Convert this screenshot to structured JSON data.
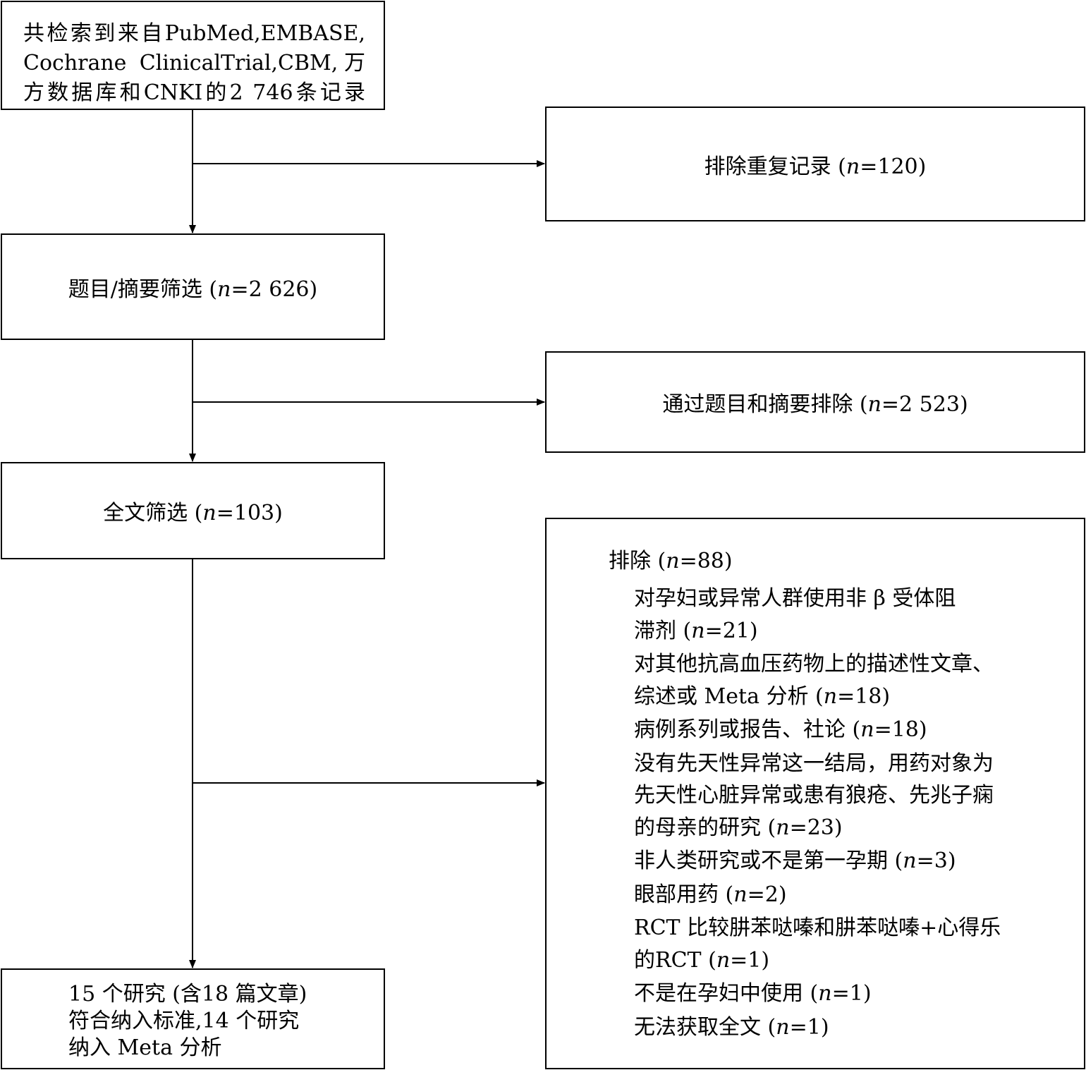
{
  "boxes": {
    "identification": {
      "lines": [
        "共检索到来自PubMed,EMBASE,",
        "Cochrane  ClinicalTrial,CBM,万",
        "方数据库和CNKI的2 746条记录"
      ]
    },
    "duplicates_removed": {
      "label": "排除重复记录",
      "n": "120"
    },
    "title_abstract_screening": {
      "label": "题目/摘要筛选",
      "n": "2 626"
    },
    "excluded_by_title_abstract": {
      "label": "通过题目和摘要排除",
      "n": "2 523"
    },
    "full_text_screening": {
      "label": "全文筛选",
      "n": "103"
    },
    "full_text_excluded": {
      "heading": "排除",
      "n": "88",
      "reasons": [
        {
          "lines": [
            "对孕妇或异常人群使用非 β 受体阻",
            "滞剂"
          ],
          "n": "21"
        },
        {
          "lines": [
            "对其他抗高血压药物上的描述性文章、",
            "综述或 Meta 分析"
          ],
          "n": "18"
        },
        {
          "lines": [
            "病例系列或报告、社论"
          ],
          "n": "18"
        },
        {
          "lines": [
            "没有先天性异常这一结局，用药对象为",
            "先天性心脏异常或患有狼疮、先兆子痫",
            "的母亲的研究"
          ],
          "n": "23"
        },
        {
          "lines": [
            "非人类研究或不是第一孕期"
          ],
          "n": "3"
        },
        {
          "lines": [
            "眼部用药"
          ],
          "n": "2"
        },
        {
          "lines": [
            "RCT 比较肼苯哒嗪和肼苯哒嗪+心得乐",
            "的RCT"
          ],
          "n": "1"
        },
        {
          "lines": [
            "不是在孕妇中使用"
          ],
          "n": "1"
        },
        {
          "lines": [
            "无法获取全文"
          ],
          "n": "1"
        }
      ]
    },
    "included": {
      "lines": [
        "15 个研究 (含18 篇文章)",
        "符合纳入标准,14 个研究",
        "纳入 Meta 分析"
      ]
    }
  },
  "n_symbol": "n"
}
